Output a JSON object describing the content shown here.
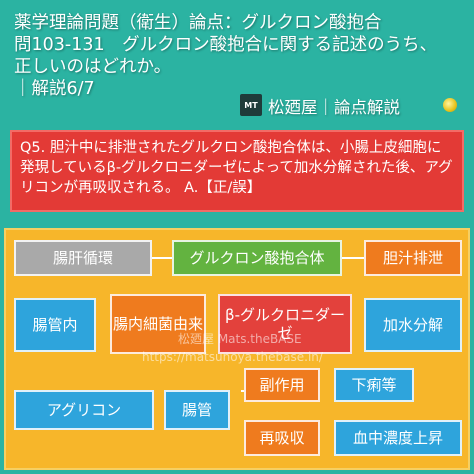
{
  "header": {
    "line1": "薬学理論問題（衛生）論点：グルクロン酸抱合",
    "line2": "問103-131　グルクロン酸抱合に関する記述のうち、",
    "line3": "正しいのはどれか。",
    "line4": "｜解説6/7",
    "logo_text": "MT",
    "brand": "松廼屋｜論点解説"
  },
  "question": {
    "text": "Q5. 胆汁中に排泄されたグルクロン酸抱合体は、小腸上皮細胞に発現しているβ-グルクロニダーゼによって加水分解された後、アグリコンが再吸収される。 A.【正/誤】"
  },
  "diagram": {
    "row1": [
      "腸肝循環",
      "グルクロン酸抱合体",
      "胆汁排泄"
    ],
    "row2": [
      "腸管内",
      "腸内細菌由来",
      "β-グルクロニダーゼ",
      "加水分解"
    ],
    "row3_left": [
      "アグリコン",
      "腸管"
    ],
    "row3_right": [
      "副作用",
      "下痢等",
      "再吸収",
      "血中濃度上昇"
    ],
    "watermark1": "松廼屋 Mats.theBASE",
    "watermark2": "https://matsunoya.thebase.in/"
  },
  "colors": {
    "background": "#2bb3a2",
    "question_bg": "#e33a36",
    "diagram_bg": "#f7b62a"
  }
}
